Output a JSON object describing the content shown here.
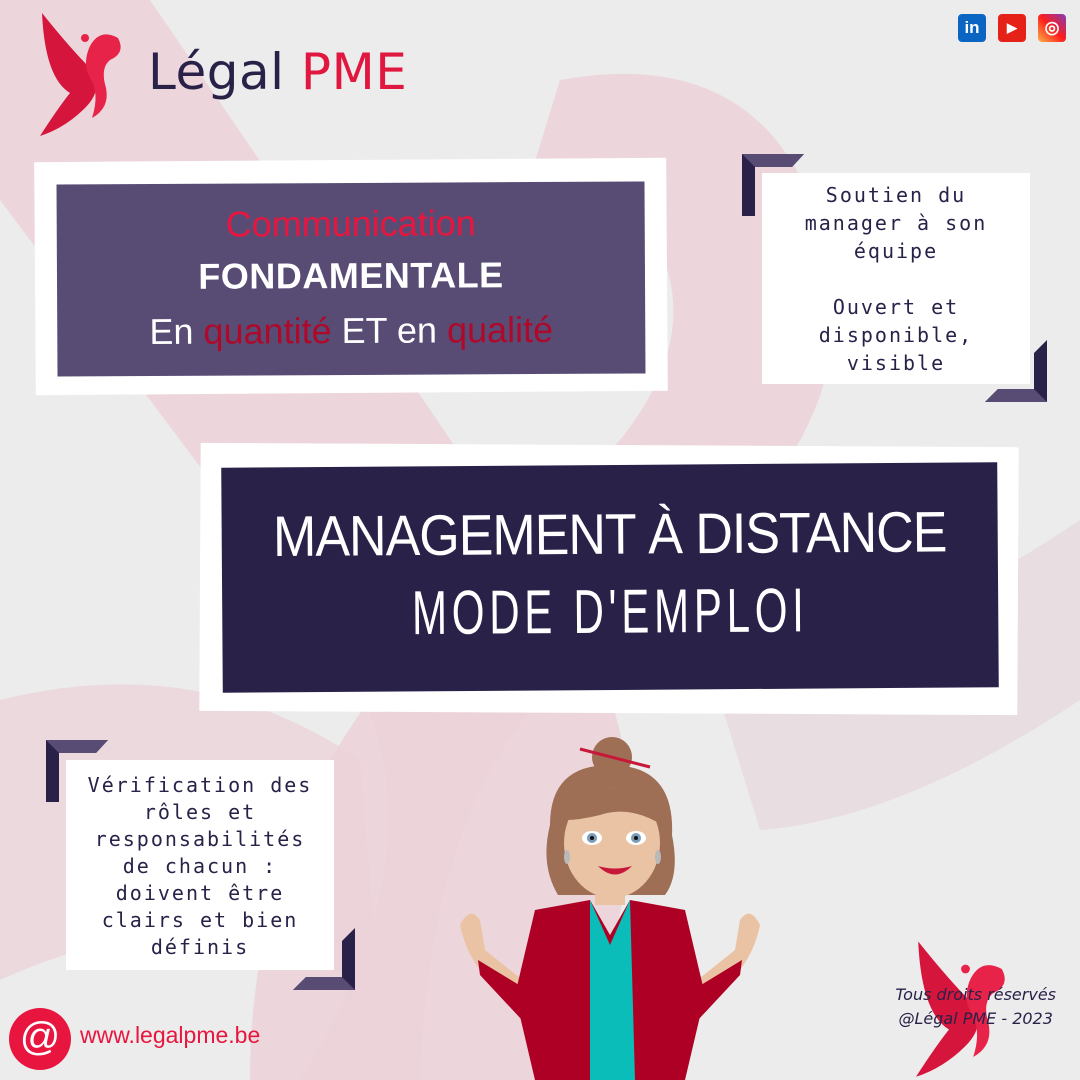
{
  "brand": {
    "name_part1": "Légal",
    "name_part2": "PME",
    "primary_color": "#e0173f",
    "dark_color": "#2a2149",
    "purple_color": "#584c75"
  },
  "social": [
    {
      "name": "linkedin",
      "glyph": "in"
    },
    {
      "name": "youtube",
      "glyph": "▶"
    },
    {
      "name": "instagram",
      "glyph": "◎"
    }
  ],
  "communication_box": {
    "line1": "Communication",
    "line2": "FONDAMENTALE",
    "line3_a": "En ",
    "line3_b": "quantité",
    "line3_c": " ET en ",
    "line3_d": "qualité"
  },
  "support_card": {
    "lines": [
      "Soutien du",
      "manager à son",
      "équipe",
      "",
      "Ouvert et",
      "disponible,",
      "visible"
    ]
  },
  "main_title": {
    "line1": "MANAGEMENT À DISTANCE",
    "line2": "MODE D'EMPLOI"
  },
  "roles_card": {
    "lines": [
      "Vérification des",
      "rôles et",
      "responsabilités",
      "de chacun :",
      "doivent être",
      "clairs et bien",
      "définis"
    ]
  },
  "footer": {
    "at_symbol": "@",
    "website": "www.legalpme.be",
    "rights_line1": "Tous droits réservés",
    "rights_line2": "@Légal PME - 2023"
  }
}
